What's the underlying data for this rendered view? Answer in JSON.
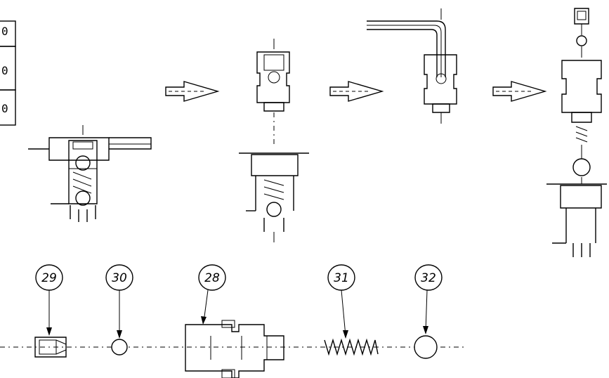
{
  "table": {
    "cells": [
      "0",
      "0",
      "0"
    ]
  },
  "callouts": [
    {
      "id": "29",
      "target": "plug"
    },
    {
      "id": "30",
      "target": "small-ball"
    },
    {
      "id": "28",
      "target": "valve-body"
    },
    {
      "id": "31",
      "target": "spring"
    },
    {
      "id": "32",
      "target": "large-ball"
    }
  ],
  "flow": {
    "steps": 4,
    "arrows": 3
  }
}
